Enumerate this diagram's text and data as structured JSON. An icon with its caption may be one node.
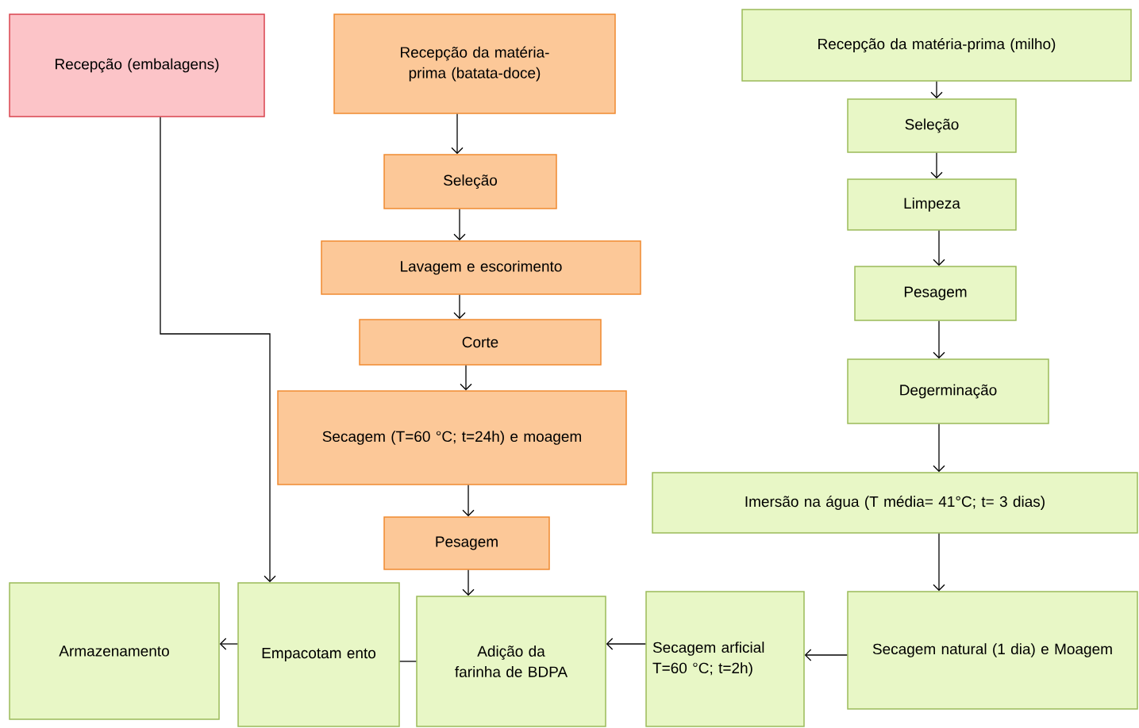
{
  "diagram": {
    "nodes": [
      {
        "text": [
          "Recepção (embalagens)"
        ]
      },
      {
        "text": [
          "Recepção da matéria-prima (batata-doce)"
        ]
      },
      {
        "text": [
          "Seleção"
        ]
      },
      {
        "text": [
          "Lavagem e escorimento"
        ]
      },
      {
        "text": [
          "Corte"
        ]
      },
      {
        "text": [
          "Secagem (T=60 °C; t=24h) e moagem"
        ]
      },
      {
        "text": [
          "Pesagem"
        ]
      },
      {
        "text": [
          "Recepção da matéria-prima (milho)"
        ]
      },
      {
        "text": [
          "Seleção"
        ]
      },
      {
        "text": [
          "Limpeza"
        ]
      },
      {
        "text": [
          "Pesagem"
        ]
      },
      {
        "text": [
          "Degerminação"
        ]
      },
      {
        "text": [
          "Imersão na água (T média= 41°C; t= 3 dias)"
        ]
      },
      {
        "text": [
          "Secagem natural (1 dia) e Moagem"
        ]
      },
      {
        "text": [
          "Secagem arficial T=60 °C; t=2h)"
        ]
      },
      {
        "text": [
          "Adição da farinha de BDPA"
        ]
      },
      {
        "text": [
          "Empacotam ento"
        ]
      },
      {
        "text": [
          "Armazenamento"
        ]
      }
    ],
    "edges": [
      {
        "from": 0,
        "to": 16,
        "arrow": "to"
      },
      {
        "from": 1,
        "to": 2,
        "arrow": "to"
      },
      {
        "from": 2,
        "to": 3,
        "arrow": "to"
      },
      {
        "from": 3,
        "to": 4,
        "arrow": "to"
      },
      {
        "from": 4,
        "to": 5,
        "arrow": "to"
      },
      {
        "from": 5,
        "to": 6,
        "arrow": "to"
      },
      {
        "from": 6,
        "to": 15,
        "arrow": "to"
      },
      {
        "from": 7,
        "to": 8,
        "arrow": "to"
      },
      {
        "from": 8,
        "to": 9,
        "arrow": "to"
      },
      {
        "from": 9,
        "to": 10,
        "arrow": "to"
      },
      {
        "from": 10,
        "to": 11,
        "arrow": "to"
      },
      {
        "from": 11,
        "to": 12,
        "arrow": "to"
      },
      {
        "from": 12,
        "to": 13,
        "arrow": "to"
      },
      {
        "from": 13,
        "to": 14,
        "arrow": "to"
      },
      {
        "from": 14,
        "to": 15,
        "arrow": "to"
      },
      {
        "from": 15,
        "to": 16,
        "arrow": "none"
      },
      {
        "from": 16,
        "to": 17,
        "arrow": "to"
      }
    ]
  }
}
